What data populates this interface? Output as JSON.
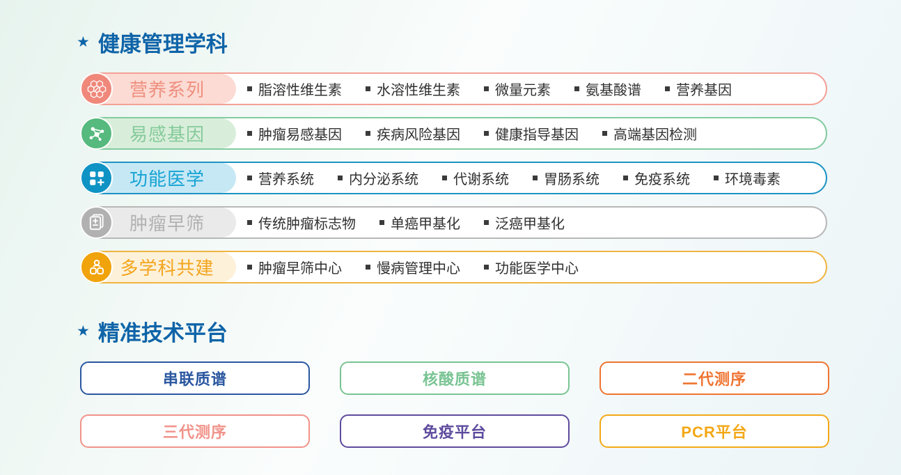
{
  "sections": {
    "disciplines": {
      "star": "★",
      "title": "健康管理学科",
      "theme": {
        "title": "#0f64a8"
      },
      "rows": [
        {
          "label": "营养系列",
          "icon": "honeycomb-icon",
          "colors": {
            "border": "#f4a096",
            "circle": "#ef887b",
            "label_bg": "#fbdbd4",
            "label_text": "#ef8f7e"
          },
          "items": [
            "脂溶性维生素",
            "水溶性维生素",
            "微量元素",
            "氨基酸谱",
            "营养基因"
          ]
        },
        {
          "label": "易感基因",
          "icon": "molecule-icon",
          "colors": {
            "border": "#82cb9f",
            "circle": "#56b97e",
            "label_bg": "#d9eeda",
            "label_text": "#85ca9b"
          },
          "items": [
            "肿瘤易感基因",
            "疾病风险基因",
            "健康指导基因",
            "高端基因检测"
          ]
        },
        {
          "label": "功能医学",
          "icon": "grid-plus-icon",
          "colors": {
            "border": "#1c93c3",
            "circle": "#0f93c4",
            "label_bg": "#c6e8f5",
            "label_text": "#16a3d3"
          },
          "items": [
            "营养系统",
            "内分泌系统",
            "代谢系统",
            "胃肠系统",
            "免疫系统",
            "环境毒素"
          ]
        },
        {
          "label": "肿瘤早筛",
          "icon": "report-plusminus-icon",
          "colors": {
            "border": "#b7b7b7",
            "circle": "#b1b1b1",
            "label_bg": "#eaeaea",
            "label_text": "#b2b2b2"
          },
          "items": [
            "传统肿瘤标志物",
            "单癌甲基化",
            "泛癌甲基化"
          ]
        },
        {
          "label": "多学科共建",
          "icon": "team-icon",
          "colors": {
            "border": "#f0b440",
            "circle": "#f1a30b",
            "label_bg": "#fdf1da",
            "label_text": "#f4a51d"
          },
          "items": [
            "肿瘤早筛中心",
            "慢病管理中心",
            "功能医学中心"
          ]
        }
      ]
    },
    "platforms": {
      "star": "★",
      "title": "精准技术平台",
      "theme": {
        "title": "#0f64a8"
      },
      "buttons": [
        {
          "label": "串联质谱",
          "color": "#2a57a0"
        },
        {
          "label": "核酸质谱",
          "color": "#79c493"
        },
        {
          "label": "二代测序",
          "color": "#ef7430"
        },
        {
          "label": "三代测序",
          "color": "#f19289"
        },
        {
          "label": "免疫平台",
          "color": "#5e4b9e"
        },
        {
          "label": "PCR平台",
          "color": "#f3a816"
        }
      ]
    }
  },
  "bullet_color": "#3b3b3b"
}
